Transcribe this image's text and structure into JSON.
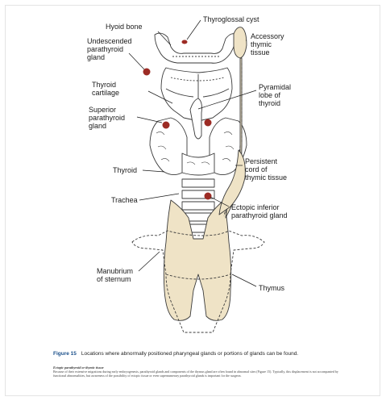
{
  "labels": {
    "hyoid_bone": "Hyoid bone",
    "thyroglossal_cyst": "Thyroglossal cyst",
    "undescended_parathyroid": "Undescended\nparathyroid\ngland",
    "accessory_thymic": "Accessory\nthymic\ntissue",
    "thyroid_cartilage": "Thyroid\ncartilage",
    "pyramidal_lobe": "Pyramidal\nlobe of\nthyroid",
    "superior_parathyroid": "Superior\nparathyroid\ngland",
    "thyroid": "Thyroid",
    "persistent_cord": "Persistent\ncord of\nthymic tissue",
    "trachea": "Trachea",
    "ectopic_inferior": "Ectopic inferior\nparathyroid gland",
    "manubrium": "Manubrium\nof sternum",
    "thymus": "Thymus"
  },
  "caption": {
    "figure_number": "Figure 15",
    "text": "Locations where abnormally positioned pharyngeal glands or portions of glands can be found."
  },
  "note": {
    "heading": "Ectopic parathyroid or thymic tissue",
    "body": "Because of their extensive migrations during early embryogenesis, parathyroid glands and components of the thymus gland are often found in abnormal sites (Figure 15). Typically, this displacement is not accompanied by functional abnormalities, but awareness of the possibility of ectopic tissue or even supernumerary parathyroid glands is important for the surgeon."
  },
  "colors": {
    "thymic_tissue": "#efe3c6",
    "parathyroid": "#9c2b24",
    "outline": "#3a3a3a",
    "figure_label": "#1a4f8a"
  }
}
